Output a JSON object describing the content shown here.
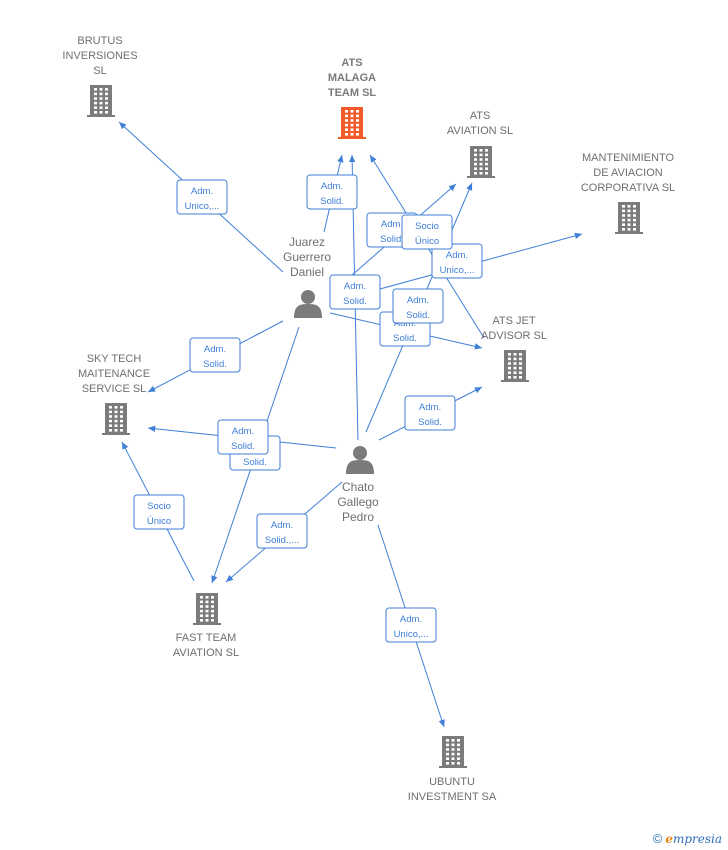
{
  "colors": {
    "edge": "#3f7fd6",
    "company": "#7b7b7b",
    "focus_company": "#f05a28",
    "person": "#7b7b7b"
  },
  "nodes": [
    {
      "id": "ats_malaga",
      "kind": "company",
      "focus": true,
      "icon": "building-icon",
      "label": [
        "ATS",
        "MALAGA",
        "TEAM  SL"
      ]
    },
    {
      "id": "brutus",
      "kind": "company",
      "icon": "building-icon",
      "label": [
        "BRUTUS",
        "INVERSIONES",
        "SL"
      ]
    },
    {
      "id": "ats_aviation",
      "kind": "company",
      "icon": "building-icon",
      "label": [
        "ATS",
        "AVIATION  SL"
      ]
    },
    {
      "id": "mantenimiento",
      "kind": "company",
      "icon": "building-icon",
      "label": [
        "MANTENIMIENTO",
        "DE AVIACION",
        "CORPORATIVA SL"
      ]
    },
    {
      "id": "ats_jet",
      "kind": "company",
      "icon": "building-icon",
      "label": [
        "ATS JET",
        "ADVISOR  SL"
      ]
    },
    {
      "id": "sky_tech",
      "kind": "company",
      "icon": "building-icon",
      "label": [
        "SKY TECH",
        "MAITENANCE",
        "SERVICE  SL"
      ]
    },
    {
      "id": "fast_team",
      "kind": "company",
      "icon": "building-icon",
      "label": [
        "FAST TEAM",
        "AVIATION  SL"
      ]
    },
    {
      "id": "ubuntu",
      "kind": "company",
      "icon": "building-icon",
      "label": [
        "UBUNTU",
        "INVESTMENT SA"
      ]
    },
    {
      "id": "juarez",
      "kind": "person",
      "icon": "person-icon",
      "label": [
        "Juarez",
        "Guerrero",
        "Daniel"
      ]
    },
    {
      "id": "chato",
      "kind": "person",
      "icon": "person-icon",
      "label": [
        "Chato",
        "Gallego",
        "Pedro"
      ]
    }
  ],
  "edges": [
    {
      "from": "juarez",
      "to": "brutus",
      "label": [
        "Adm.",
        "Unico,..."
      ]
    },
    {
      "from": "juarez",
      "to": "ats_malaga",
      "label": [
        "Adm.",
        "Solid."
      ]
    },
    {
      "from": "juarez",
      "to": "ats_aviation",
      "label": [
        "Adm.",
        "Solid."
      ]
    },
    {
      "from": "juarez",
      "to": "mantenimiento",
      "label": [
        "Adm.",
        "Unico,..."
      ]
    },
    {
      "from": "juarez",
      "to": "ats_jet",
      "label": [
        "Adm.",
        "Solid."
      ]
    },
    {
      "from": "juarez",
      "to": "sky_tech",
      "label": [
        "Adm.",
        "Solid."
      ]
    },
    {
      "from": "juarez",
      "to": "fast_team",
      "label": [
        "Adm.",
        "Solid."
      ]
    },
    {
      "from": "chato",
      "to": "ats_malaga",
      "label": [
        "Adm.",
        "Solid."
      ]
    },
    {
      "from": "chato",
      "to": "ats_aviation",
      "label": [
        "Adm.",
        "Solid."
      ]
    },
    {
      "from": "chato",
      "to": "ats_jet",
      "label": [
        "Adm.",
        "Solid."
      ]
    },
    {
      "from": "chato",
      "to": "sky_tech",
      "label": [
        "Adm.",
        "Solid."
      ]
    },
    {
      "from": "chato",
      "to": "fast_team",
      "label": [
        "Adm.",
        "Solid.,..."
      ]
    },
    {
      "from": "chato",
      "to": "ubuntu",
      "label": [
        "Adm.",
        "Unico,..."
      ]
    },
    {
      "from": "ats_jet",
      "to": "ats_malaga",
      "label": [
        "Socio",
        "Único"
      ]
    },
    {
      "from": "fast_team",
      "to": "sky_tech",
      "label": [
        "Socio",
        "Único"
      ]
    }
  ],
  "footer": {
    "copyright": "©",
    "brand_initial": "e",
    "brand_rest": "mpresia"
  }
}
